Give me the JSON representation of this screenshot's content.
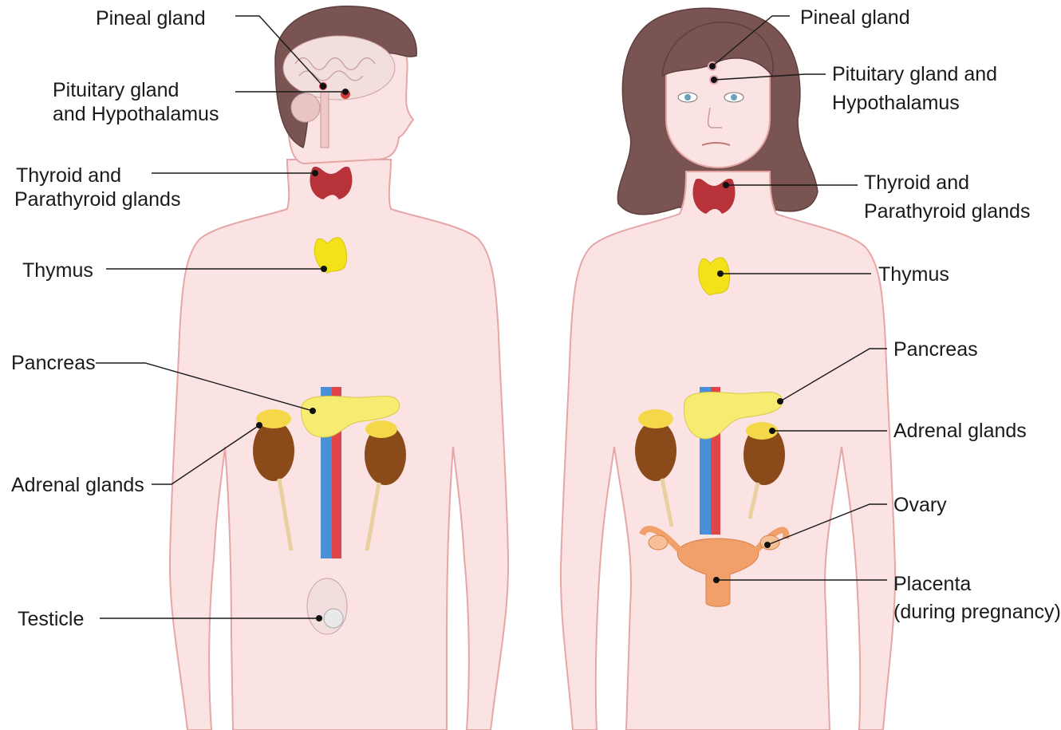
{
  "male": {
    "labels": {
      "pineal": "Pineal gland",
      "pituitary_1": "Pituitary gland",
      "pituitary_2": "and Hypothalamus",
      "thyroid_1": "Thyroid and",
      "thyroid_2": "Parathyroid glands",
      "thymus": "Thymus",
      "pancreas": "Pancreas",
      "adrenal": "Adrenal glands",
      "testicle": "Testicle"
    }
  },
  "female": {
    "labels": {
      "pineal": "Pineal gland",
      "pituitary_1": "Pituitary gland and",
      "pituitary_2": "Hypothalamus",
      "thyroid_1": "Thyroid and",
      "thyroid_2": "Parathyroid glands",
      "thymus": "Thymus",
      "pancreas": "Pancreas",
      "adrenal": "Adrenal glands",
      "ovary": "Ovary",
      "placenta_1": "Placenta",
      "placenta_2": "(during pregnancy)"
    }
  },
  "colors": {
    "skin": "#fbe3e3",
    "skin_outline": "#e6a6a6",
    "hair": "#7a5453",
    "thyroid": "#b8323a",
    "thymus": "#f3e21a",
    "pancreas": "#f7ec72",
    "adrenal": "#f5d84a",
    "kidney": "#8b4a1a",
    "vein": "#4a90d9",
    "artery": "#e0454a",
    "uterus": "#f2a06a",
    "brain": "#f0d6d6"
  }
}
